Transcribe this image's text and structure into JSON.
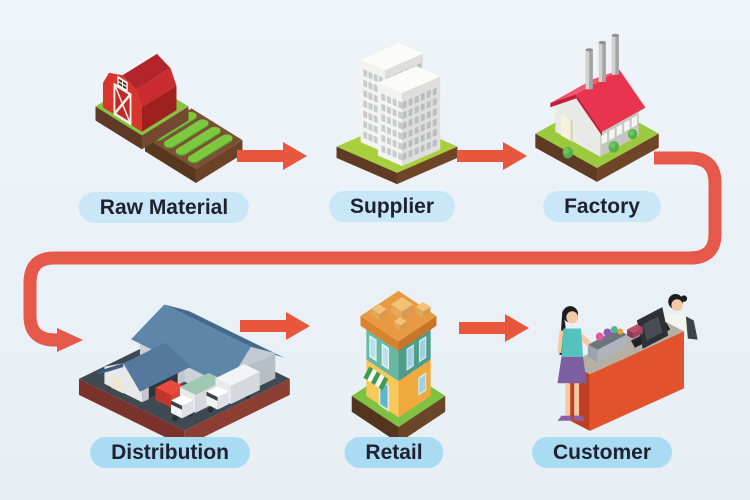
{
  "diagram": {
    "stages": [
      {
        "id": "raw-material",
        "label": "Raw Material",
        "icon": "barn-farm-icon",
        "row": "top"
      },
      {
        "id": "supplier",
        "label": "Supplier",
        "icon": "office-building-icon",
        "row": "top"
      },
      {
        "id": "factory",
        "label": "Factory",
        "icon": "factory-building-icon",
        "row": "top"
      },
      {
        "id": "distribution",
        "label": "Distribution",
        "icon": "warehouse-trucks-icon",
        "row": "bottom"
      },
      {
        "id": "retail",
        "label": "Retail",
        "icon": "retail-store-icon",
        "row": "bottom"
      },
      {
        "id": "customer",
        "label": "Customer",
        "icon": "checkout-counter-icon",
        "row": "bottom"
      }
    ],
    "connectors": {
      "straight_arrows": [
        {
          "from": "Raw Material",
          "to": "Supplier"
        },
        {
          "from": "Supplier",
          "to": "Factory"
        },
        {
          "from": "Distribution",
          "to": "Retail"
        },
        {
          "from": "Retail",
          "to": "Customer"
        }
      ],
      "wrap_arrow": {
        "from": "Factory",
        "to": "Distribution"
      }
    },
    "colors": {
      "background": "#ECF2F7",
      "arrow": "#E6584A",
      "label_pill_top": "#C9E7F7",
      "label_pill_bottom": "#A9DBF2",
      "label_text": "#1E2130"
    }
  }
}
